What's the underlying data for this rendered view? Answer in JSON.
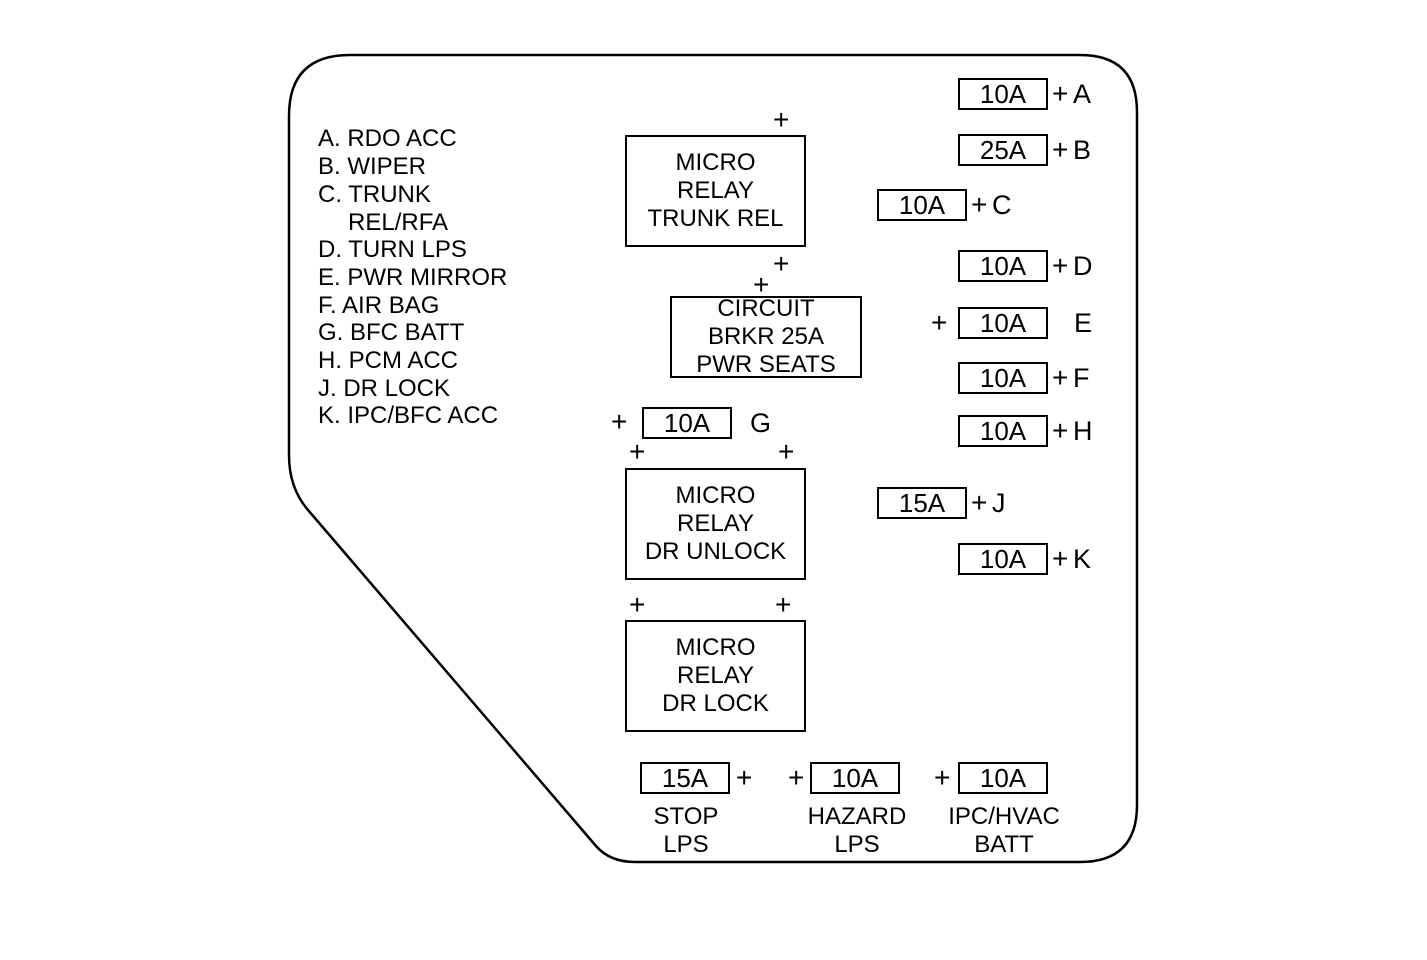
{
  "legend": [
    "A. RDO ACC",
    "B. WIPER",
    "C. TRUNK",
    "REL/RFA",
    "D. TURN LPS",
    "E. PWR MIRROR",
    "F. AIR BAG",
    "G. BFC BATT",
    "H. PCM ACC",
    "J. DR LOCK",
    "K. IPC/BFC ACC"
  ],
  "relays": {
    "trunk_rel": "MICRO\nRELAY\nTRUNK REL",
    "circuit_brkr": "CIRCUIT\nBRKR 25A\nPWR SEATS",
    "dr_unlock": "MICRO\nRELAY\nDR UNLOCK",
    "dr_lock": "MICRO\nRELAY\nDR LOCK"
  },
  "fuses": {
    "a": {
      "rating": "10A",
      "letter": "A"
    },
    "b": {
      "rating": "25A",
      "letter": "B"
    },
    "c": {
      "rating": "10A",
      "letter": "C"
    },
    "d": {
      "rating": "10A",
      "letter": "D"
    },
    "e": {
      "rating": "10A",
      "letter": "E"
    },
    "f": {
      "rating": "10A",
      "letter": "F"
    },
    "g": {
      "rating": "10A",
      "letter": "G"
    },
    "h": {
      "rating": "10A",
      "letter": "H"
    },
    "j": {
      "rating": "15A",
      "letter": "J"
    },
    "k": {
      "rating": "10A",
      "letter": "K"
    },
    "stop": {
      "rating": "15A",
      "caption": "STOP\nLPS"
    },
    "hazard": {
      "rating": "10A",
      "caption": "HAZARD\nLPS"
    },
    "ipc_hvac": {
      "rating": "10A",
      "caption": "IPC/HVAC\nBATT"
    }
  },
  "plus_symbol": "+"
}
